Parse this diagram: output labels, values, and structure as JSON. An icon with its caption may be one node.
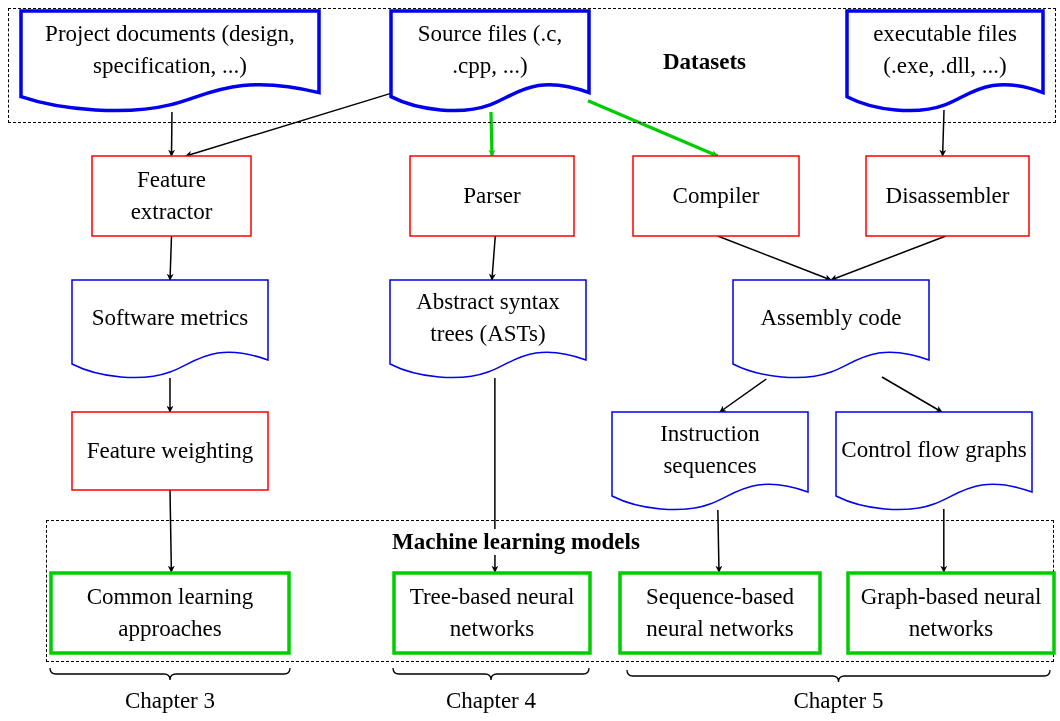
{
  "diagram": {
    "nodes": [
      {
        "text": [
          "Datasets"
        ]
      },
      {
        "text": [
          "Project documents (design, specification, ...)"
        ],
        "in": 0
      },
      {
        "text": [
          "Source files (.c, .cpp, ...)"
        ],
        "in": 0
      },
      {
        "text": [
          "executable files (.exe, .dll, ...)"
        ],
        "in": 0
      },
      {
        "text": [
          "Feature extractor"
        ]
      },
      {
        "text": [
          "Parser"
        ]
      },
      {
        "text": [
          "Compiler"
        ]
      },
      {
        "text": [
          "Disassembler"
        ]
      },
      {
        "text": [
          "Software metrics"
        ]
      },
      {
        "text": [
          "Abstract syntax trees (ASTs)"
        ]
      },
      {
        "text": [
          "Assembly code"
        ]
      },
      {
        "text": [
          "Feature weighting"
        ]
      },
      {
        "text": [
          "Instruction sequences"
        ]
      },
      {
        "text": [
          "Control flow graphs"
        ]
      },
      {
        "text": [
          "Machine learning models"
        ]
      },
      {
        "text": [
          "Common learning approaches"
        ],
        "in": 14
      },
      {
        "text": [
          "Tree-based neural networks"
        ],
        "in": 14
      },
      {
        "text": [
          "Sequence-based neural networks"
        ],
        "in": 14
      },
      {
        "text": [
          "Graph-based neural networks"
        ],
        "in": 14
      }
    ],
    "edges": [
      {
        "from": 1,
        "to": 4,
        "arrow": "to"
      },
      {
        "from": 2,
        "to": 4,
        "arrow": "to"
      },
      {
        "from": 2,
        "to": 5,
        "arrow": "to",
        "style": "thick",
        "color": "#00cc00"
      },
      {
        "from": 2,
        "to": 6,
        "arrow": "to",
        "style": "thick",
        "color": "#00cc00"
      },
      {
        "from": 3,
        "to": 7,
        "arrow": "to"
      },
      {
        "from": 4,
        "to": 8,
        "arrow": "to"
      },
      {
        "from": 5,
        "to": 9,
        "arrow": "to"
      },
      {
        "from": 6,
        "to": 10,
        "arrow": "to"
      },
      {
        "from": 7,
        "to": 10,
        "arrow": "to"
      },
      {
        "from": 8,
        "to": 11,
        "arrow": "to"
      },
      {
        "from": 9,
        "to": 16,
        "arrow": "to"
      },
      {
        "from": 10,
        "to": 12,
        "arrow": "to"
      },
      {
        "from": 10,
        "to": 13,
        "arrow": "to"
      },
      {
        "from": 11,
        "to": 15,
        "arrow": "to"
      },
      {
        "from": 12,
        "to": 17,
        "arrow": "to"
      },
      {
        "from": 13,
        "to": 18,
        "arrow": "to"
      }
    ],
    "labels": [
      "Chapter 3",
      "Chapter 4",
      "Chapter 5"
    ]
  }
}
